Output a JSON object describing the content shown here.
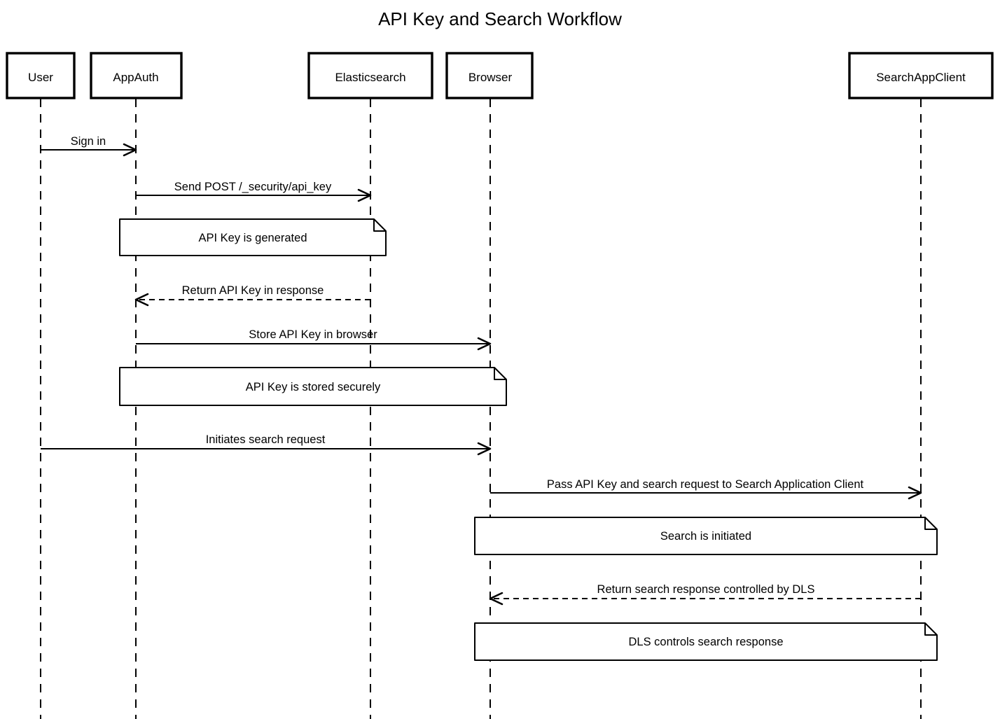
{
  "diagram": {
    "type": "sequence-diagram",
    "title": "API Key and Search Workflow",
    "colors": {
      "stroke": "#000000",
      "fill": "#ffffff",
      "background": "#ffffff",
      "text": "#000000"
    },
    "participants": [
      {
        "id": "user",
        "label": "User"
      },
      {
        "id": "appauth",
        "label": "AppAuth"
      },
      {
        "id": "elasticsearch",
        "label": "Elasticsearch"
      },
      {
        "id": "browser",
        "label": "Browser"
      },
      {
        "id": "searchappclient",
        "label": "SearchAppClient"
      }
    ],
    "messages": [
      {
        "from": "User",
        "to": "AppAuth",
        "label": "Sign in",
        "line": "solid"
      },
      {
        "from": "AppAuth",
        "to": "Elasticsearch",
        "label": "Send POST /_security/api_key",
        "line": "solid"
      },
      {
        "from": "Elasticsearch",
        "to": "AppAuth",
        "label": "Return API Key in response",
        "line": "dashed"
      },
      {
        "from": "AppAuth",
        "to": "Browser",
        "label": "Store API Key in browser",
        "line": "solid"
      },
      {
        "from": "User",
        "to": "Browser",
        "label": "Initiates search request",
        "line": "solid"
      },
      {
        "from": "Browser",
        "to": "SearchAppClient",
        "label": "Pass API Key and search request to Search Application Client",
        "line": "solid"
      },
      {
        "from": "SearchAppClient",
        "to": "Browser",
        "label": "Return search response controlled by DLS",
        "line": "dashed"
      }
    ],
    "notes": [
      {
        "over": "AppAuth, Elasticsearch",
        "text": "API Key is generated"
      },
      {
        "over": "AppAuth, Browser",
        "text": "API Key is stored securely"
      },
      {
        "over": "Browser, SearchAppClient",
        "text": "Search is initiated"
      },
      {
        "over": "Browser, SearchAppClient",
        "text": "DLS controls search response"
      }
    ]
  }
}
